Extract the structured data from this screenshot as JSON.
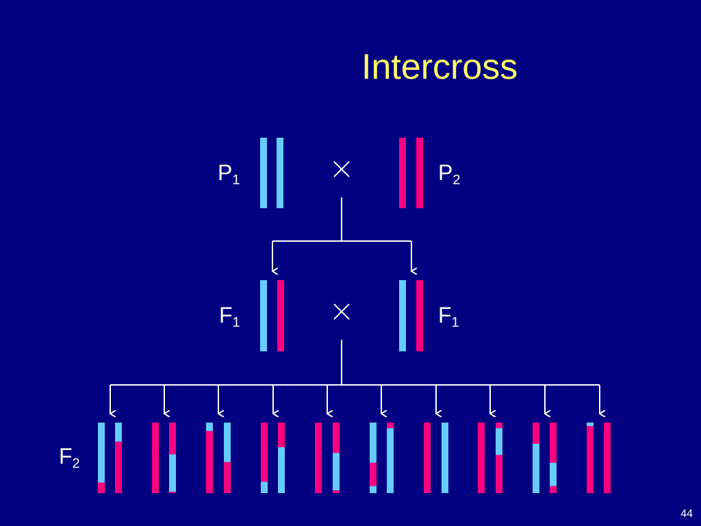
{
  "title": "Intercross",
  "labels": {
    "p1": {
      "main": "P",
      "sub": "1"
    },
    "p2": {
      "main": "P",
      "sub": "2"
    },
    "f1_left": {
      "main": "F",
      "sub": "1"
    },
    "f1_right": {
      "main": "F",
      "sub": "1"
    },
    "f2": {
      "main": "F",
      "sub": "2"
    }
  },
  "cross_symbol": "×",
  "page_number": "44",
  "colors": {
    "background": "#000080",
    "title": "#ffff66",
    "text": "#ffffff",
    "parent1_blue": "#66ccff",
    "parent2_pink": "#ff0080",
    "lines": "#ffffff"
  }
}
